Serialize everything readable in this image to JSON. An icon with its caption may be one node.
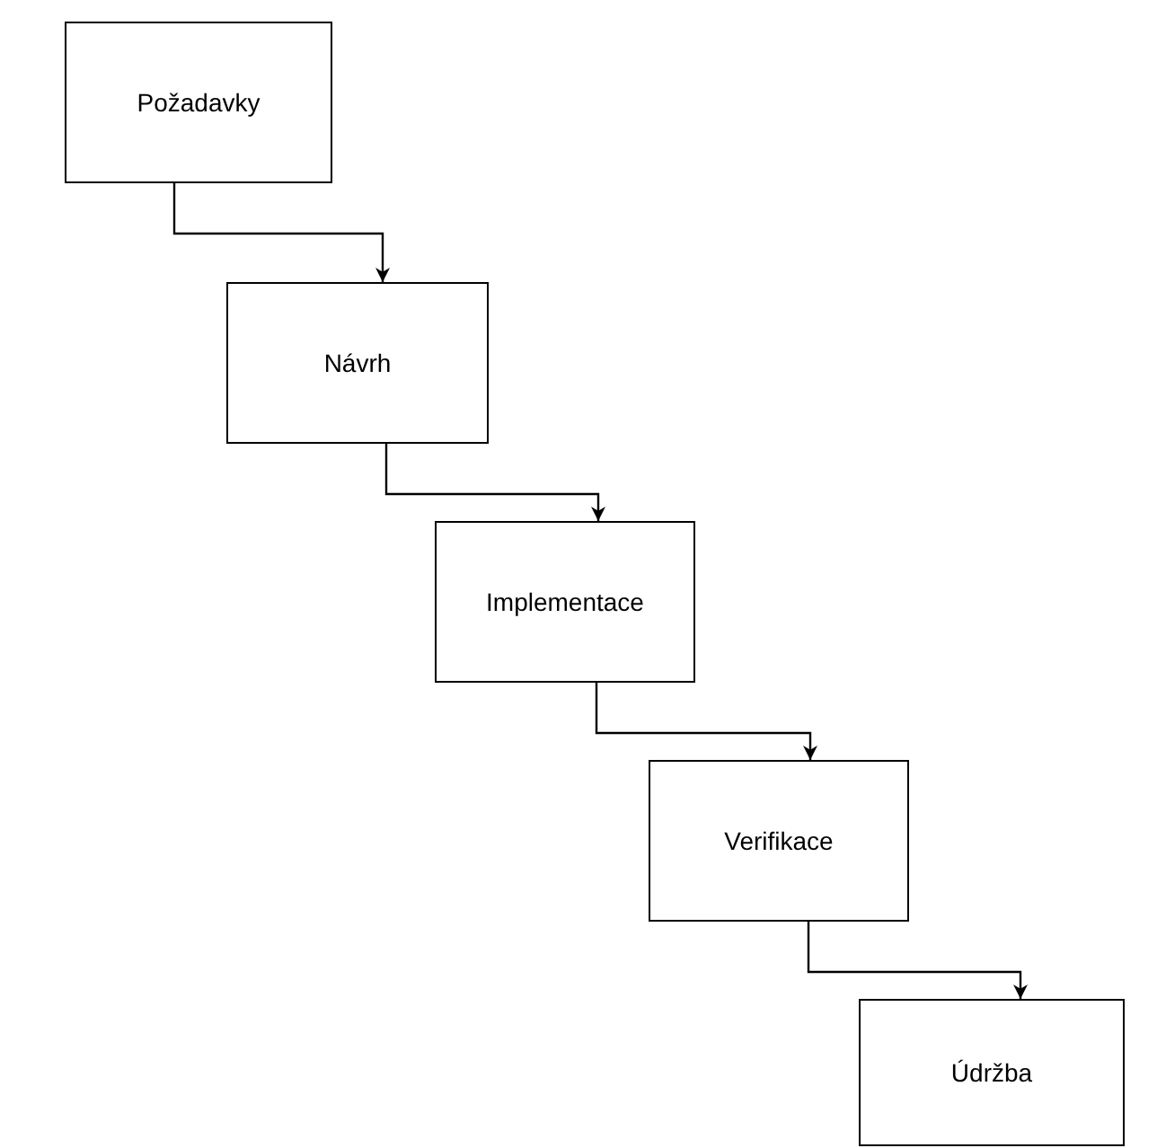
{
  "diagram": {
    "nodes": [
      {
        "text": [
          "Požadavky"
        ]
      },
      {
        "text": [
          "Návrh"
        ]
      },
      {
        "text": [
          "Implementace"
        ]
      },
      {
        "text": [
          "Verifikace"
        ]
      },
      {
        "text": [
          "Údržba"
        ]
      }
    ],
    "edges": [
      {
        "from": 0,
        "to": 1,
        "arrow": "to"
      },
      {
        "from": 1,
        "to": 2,
        "arrow": "to"
      },
      {
        "from": 2,
        "to": 3,
        "arrow": "to"
      },
      {
        "from": 3,
        "to": 4,
        "arrow": "to"
      }
    ]
  }
}
